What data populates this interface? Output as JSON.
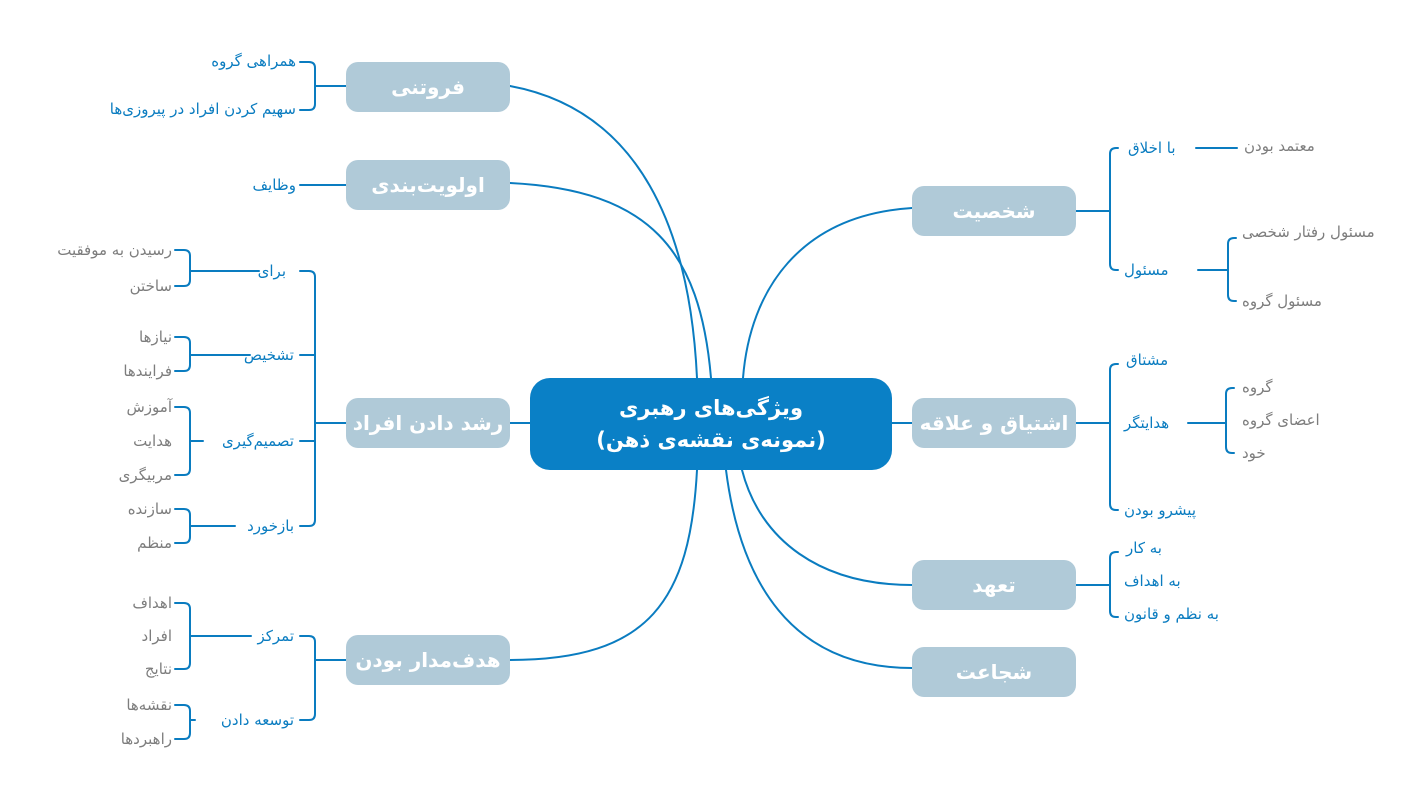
{
  "title_line1": "ویژگی‌های رهبری",
  "title_line2": "(نمونه‌ی نقشه‌ی ذهن)",
  "colors": {
    "center": "#0a80c6",
    "topic": "#b0cad8",
    "line": "#0a7cc0",
    "sub": "#0a7cc0",
    "leaf": "#7d7d7d"
  },
  "left": {
    "forotani": {
      "label": "فروتنی",
      "items": [
        "همراهی گروه",
        "سهیم کردن افراد در پیروزی‌ها"
      ]
    },
    "olaviat": {
      "label": "اولویت‌بندی",
      "items": [
        "وظایف"
      ]
    },
    "roshd": {
      "label": "رشد دادن افراد",
      "baraye": {
        "label": "برای",
        "items": [
          "رسیدن به موفقیت",
          "ساختن"
        ]
      },
      "tashkhis": {
        "label": "تشخیص",
        "items": [
          "نیازها",
          "فرایندها"
        ]
      },
      "tasmim": {
        "label": "تصمیم‌گیری",
        "items": [
          "آموزش",
          "هدایت",
          "مربیگری"
        ]
      },
      "bazkhord": {
        "label": "بازخورد",
        "items": [
          "سازنده",
          "منظم"
        ]
      }
    },
    "hadaf": {
      "label": "هدف‌مدار بودن",
      "tamarkoz": {
        "label": "تمرکز",
        "items": [
          "اهداف",
          "افراد",
          "نتایج"
        ]
      },
      "tosee": {
        "label": "توسعه دادن",
        "items": [
          "نقشه‌ها",
          "راهبردها"
        ]
      }
    }
  },
  "right": {
    "shakhsiat": {
      "label": "شخصیت",
      "akhlagh": {
        "label": "با اخلاق",
        "items": [
          "معتمد بودن"
        ]
      },
      "masool": {
        "label": "مسئول",
        "items": [
          "مسئول رفتار شخصی",
          "مسئول گروه"
        ]
      }
    },
    "eshtiagh": {
      "label": "اشتیاق و علاقه",
      "moshtagh": "مشتاق",
      "hedayatgar": {
        "label": "هدایتگر",
        "items": [
          "گروه",
          "اعضای گروه",
          "خود"
        ]
      },
      "pishro": "پیشرو بودن"
    },
    "taahod": {
      "label": "تعهد",
      "items": [
        "به کار",
        "به اهداف",
        "به نظم و قانون"
      ]
    },
    "shojaat": {
      "label": "شجاعت"
    }
  }
}
